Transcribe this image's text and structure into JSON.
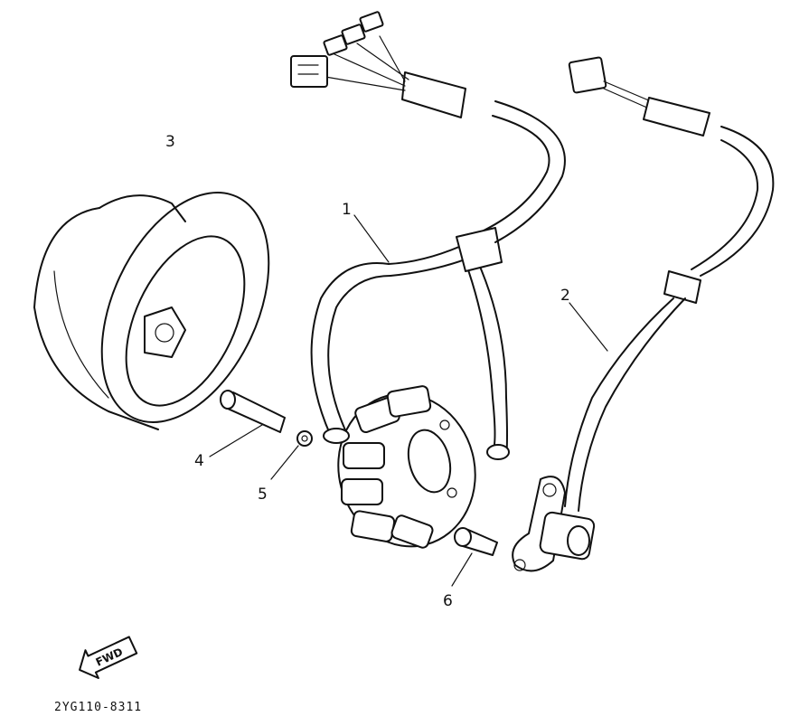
{
  "callouts": {
    "p1": "1",
    "p2": "2",
    "p3": "3",
    "p4": "4",
    "p5": "5",
    "p6": "6"
  },
  "direction_tag": "FWD",
  "drawing_code": "2YG110-8311",
  "colors": {
    "ink": "#111111",
    "paper": "#ffffff"
  }
}
